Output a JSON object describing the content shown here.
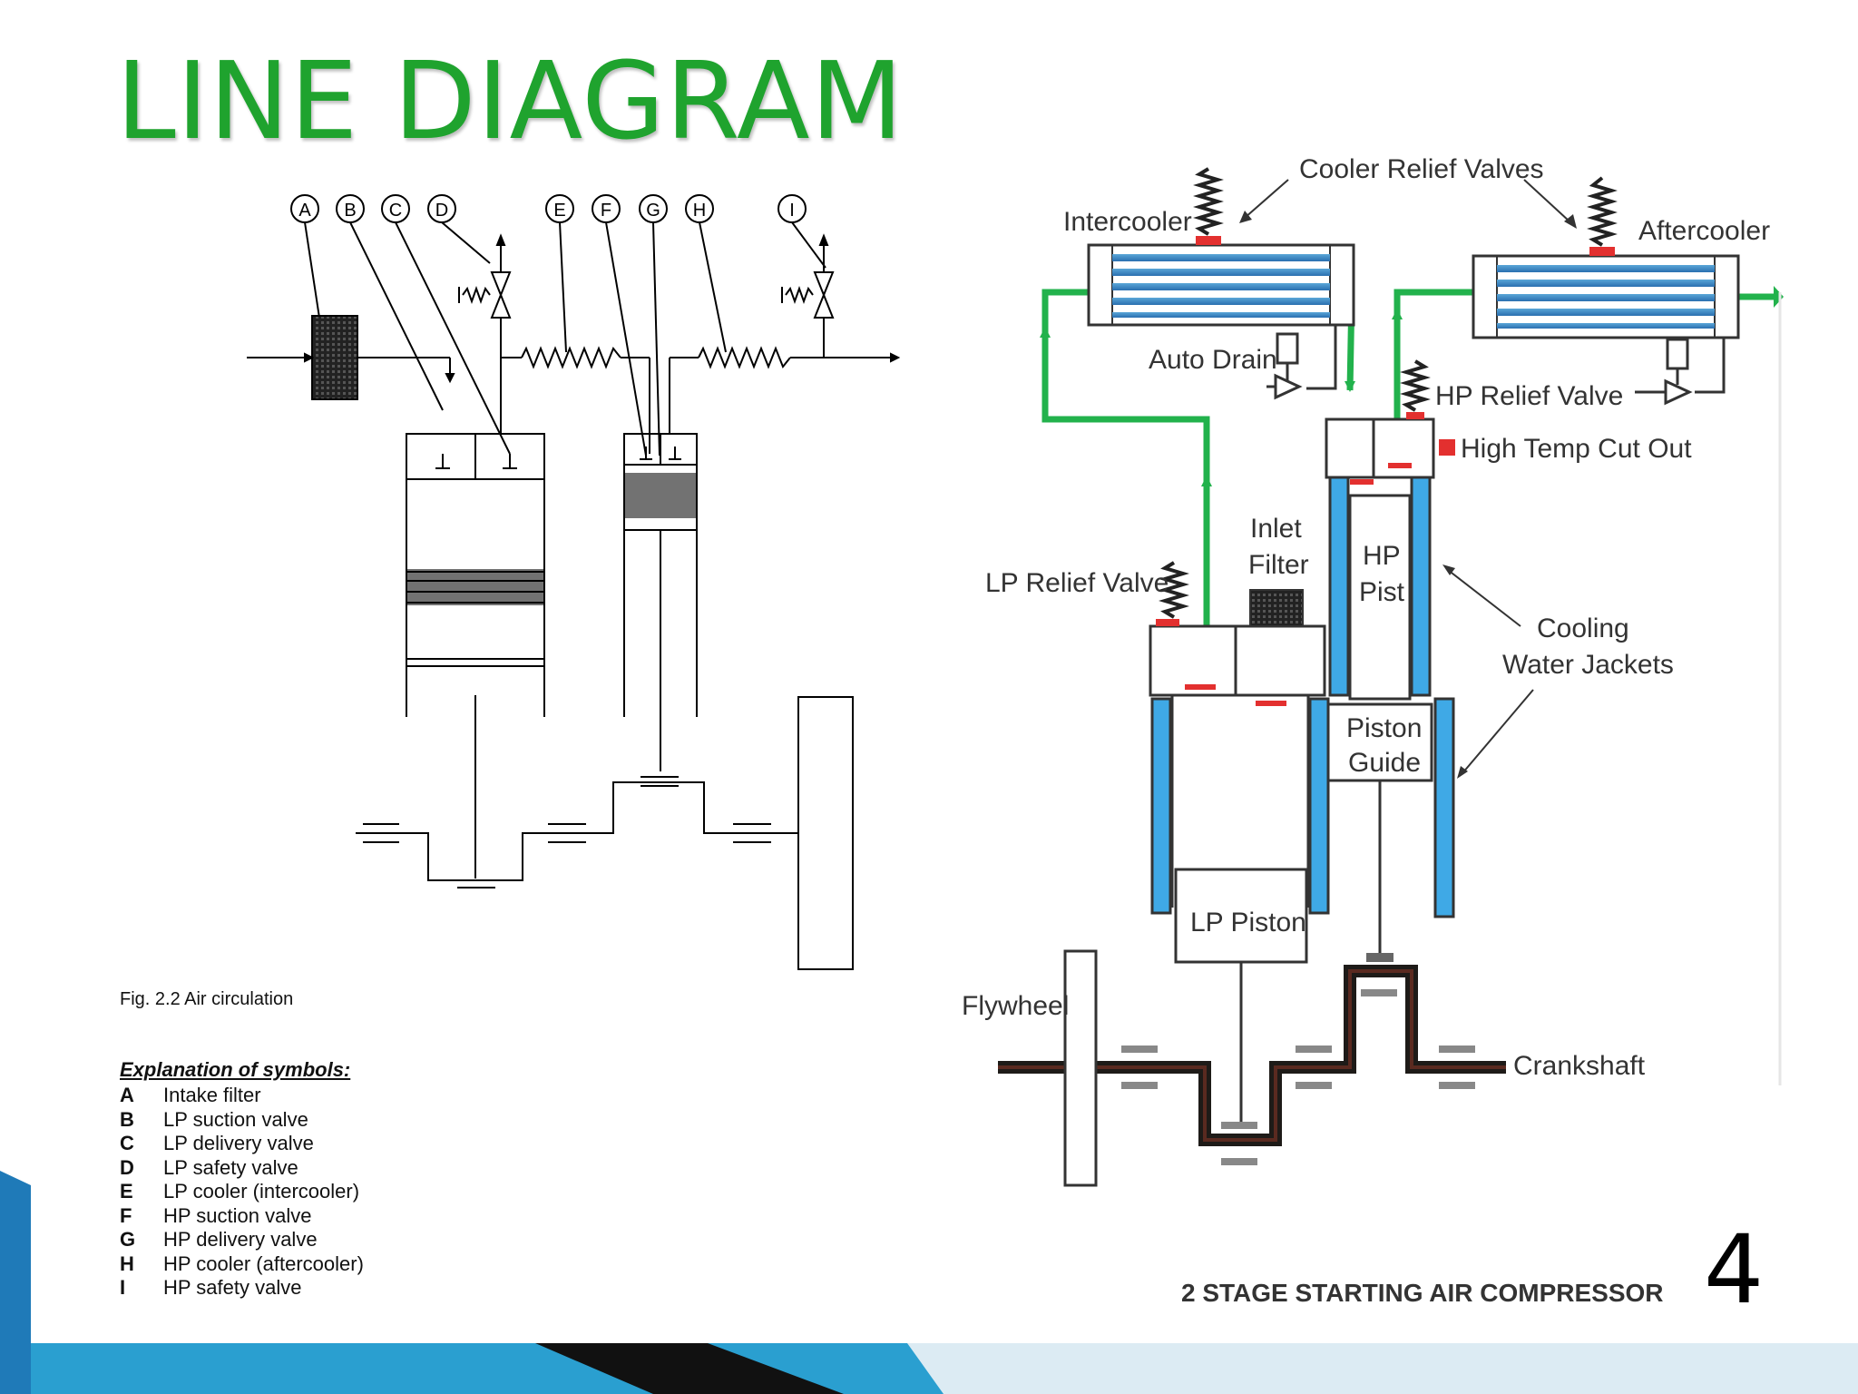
{
  "slide": {
    "title": "LINE DIAGRAM",
    "page_number": "4"
  },
  "left_figure": {
    "symbol_labels": [
      "A",
      "B",
      "C",
      "D",
      "E",
      "F",
      "G",
      "H",
      "I"
    ],
    "caption": "Fig. 2.2  Air circulation",
    "legend_title": "Explanation of symbols:",
    "legend": [
      {
        "key": "A",
        "text": "Intake filter"
      },
      {
        "key": "B",
        "text": "LP suction valve"
      },
      {
        "key": "C",
        "text": "LP delivery valve"
      },
      {
        "key": "D",
        "text": "LP safety valve"
      },
      {
        "key": "E",
        "text": "LP cooler (intercooler)"
      },
      {
        "key": "F",
        "text": "HP suction valve"
      },
      {
        "key": "G",
        "text": "HP delivery valve"
      },
      {
        "key": "H",
        "text": "HP cooler (aftercooler)"
      },
      {
        "key": "I",
        "text": "HP safety valve"
      }
    ]
  },
  "right_figure": {
    "labels": {
      "cooler_relief_valves": "Cooler Relief Valves",
      "intercooler": "Intercooler",
      "aftercooler": "Aftercooler",
      "auto_drain": "Auto Drain",
      "hp_relief_valve": "HP Relief Valve",
      "high_temp_cut_out": "High Temp Cut Out",
      "inlet": "Inlet",
      "filter": "Filter",
      "hp": "HP",
      "pist": "Pist",
      "lp_relief_valve": "LP Relief Valve",
      "cooling": "Cooling",
      "water_jackets": "Water Jackets",
      "piston": "Piston",
      "guide": "Guide",
      "lp_piston": "LP Piston",
      "flywheel": "Flywheel",
      "crankshaft": "Crankshaft"
    },
    "caption": "2 STAGE STARTING AIR COMPRESSOR"
  },
  "colors": {
    "title": "#1fa32e",
    "pipe_green": "#22b24c",
    "jacket_blue": "#3fa9e6",
    "valve_red": "#e3302f",
    "bar_blue": "#2a9fd0"
  }
}
